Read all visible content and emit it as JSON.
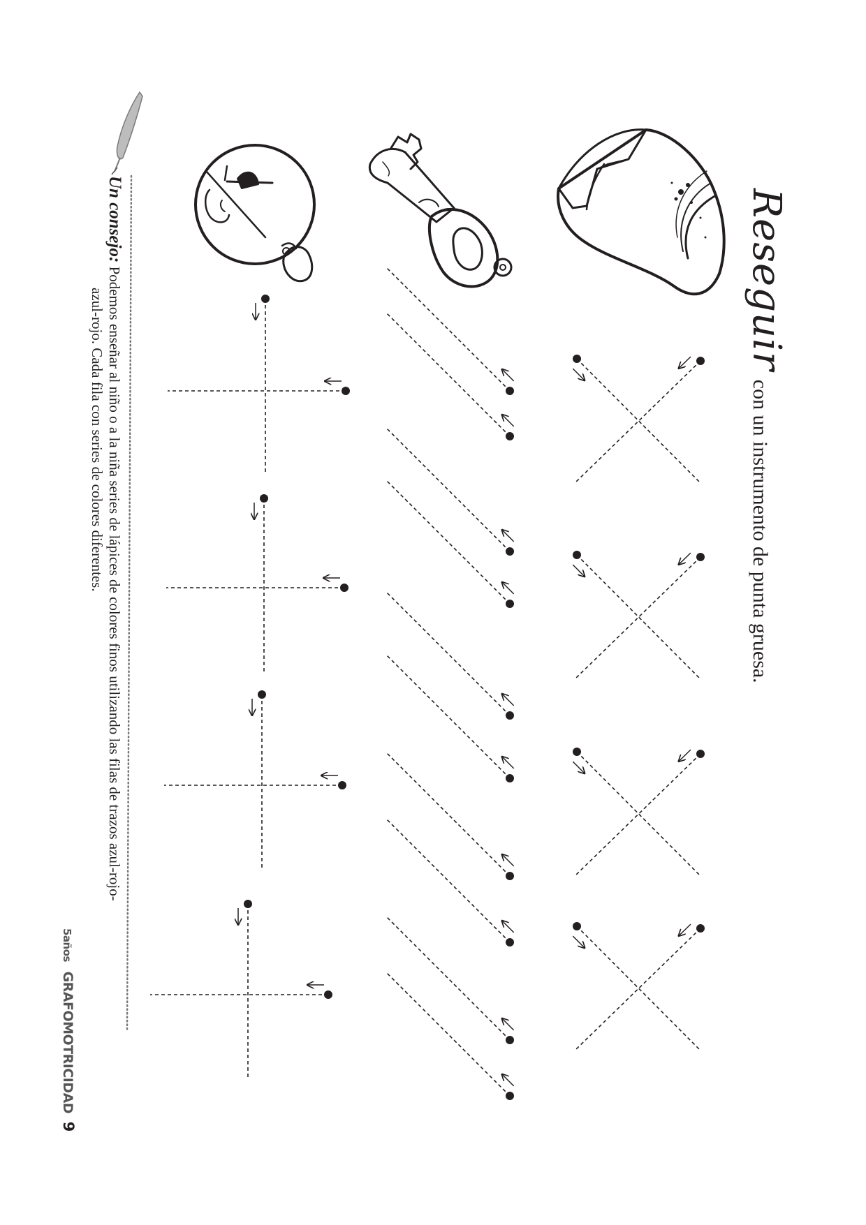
{
  "title": {
    "script_word": "Reseguir",
    "rest": "con un instrumento de punta gruesa."
  },
  "advice": {
    "label": "Un consejo:",
    "line1": "Podemos enseñar al niño o a la niña series de lápices de colores finos utilizando las filas de trazos azul-rojo-",
    "line2": "azul-rojo. Cada fila con series de colores diferentes."
  },
  "footer": {
    "age": "5años",
    "book": "GRAFOMOTRICIDAD",
    "page_number": "9"
  },
  "illustrations": [
    "pencil-tip-icon",
    "key-icon",
    "keyring-icon",
    "quill-icon"
  ],
  "colors": {
    "ink": "#231f20",
    "gray": "#8a8a8a"
  }
}
